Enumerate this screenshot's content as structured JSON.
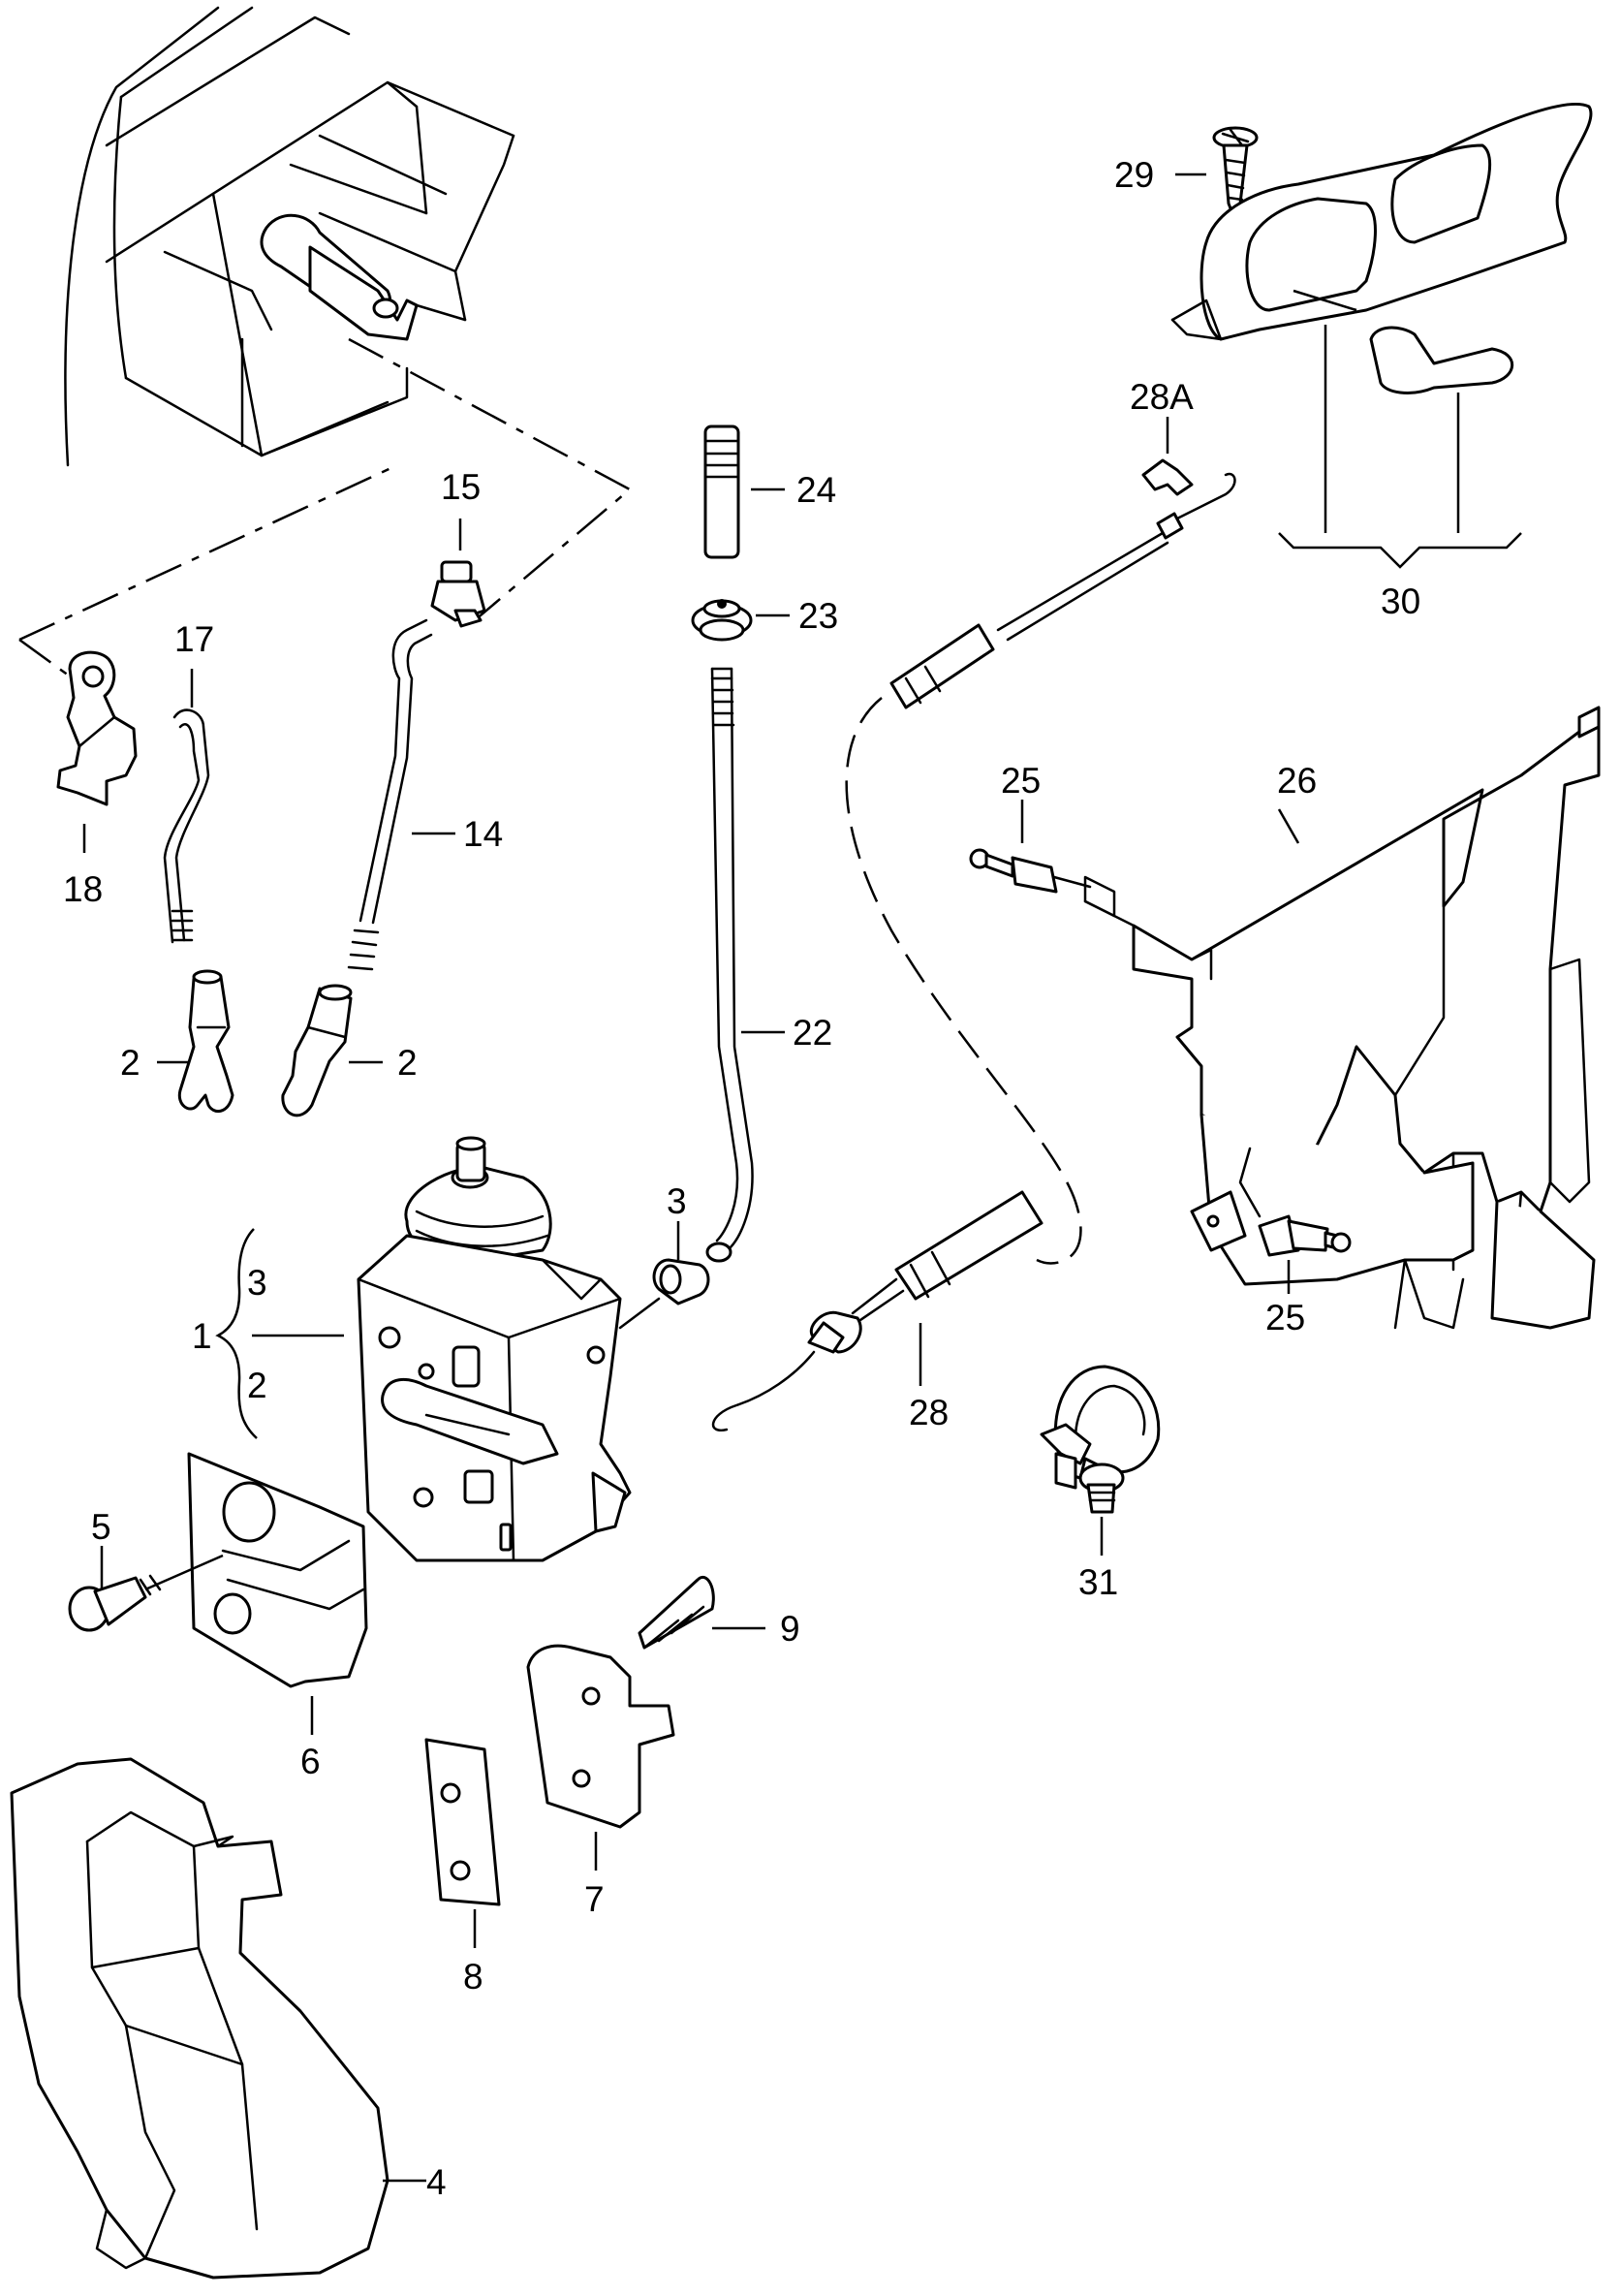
{
  "callouts": {
    "c1": "1",
    "c2a": "2",
    "c2b": "2",
    "c2c": "2",
    "c3a": "3",
    "c3b": "3",
    "c4": "4",
    "c5": "5",
    "c6": "6",
    "c7": "7",
    "c8": "8",
    "c9": "9",
    "c14": "14",
    "c15": "15",
    "c17": "17",
    "c18": "18",
    "c22": "22",
    "c23": "23",
    "c24": "24",
    "c25a": "25",
    "c25b": "25",
    "c26": "26",
    "c28": "28",
    "c28a": "28A",
    "c29": "29",
    "c30": "30",
    "c31": "31"
  },
  "colors": {
    "line": "#000000",
    "background": "#ffffff"
  }
}
